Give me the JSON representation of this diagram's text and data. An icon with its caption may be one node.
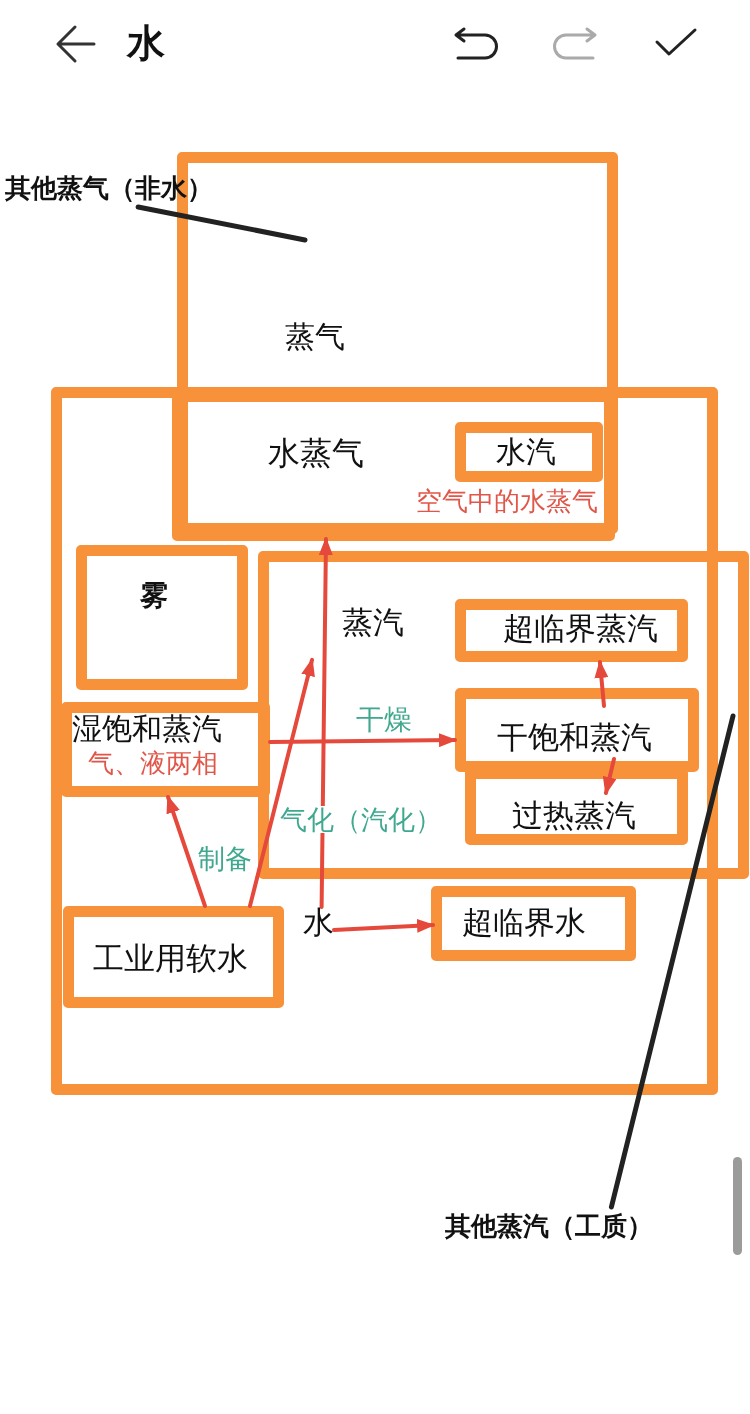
{
  "diagram": {
    "title": "水",
    "nodes": [
      {
        "text": [
          "其他蒸气（非水）"
        ]
      },
      {
        "text": [
          "蒸气"
        ]
      },
      {
        "text": [],
        "shape": "box"
      },
      {
        "text": [
          "水蒸气"
        ]
      },
      {
        "text": [
          "水汽"
        ],
        "in": 3,
        "beside": [
          "空气中的水蒸气"
        ]
      },
      {
        "text": [
          "雾"
        ],
        "in": 2
      },
      {
        "text": [
          "蒸汽"
        ]
      },
      {
        "text": [
          "超临界蒸汽"
        ],
        "in": 6
      },
      {
        "text": [
          "湿饱和蒸汽",
          "气、液两相"
        ],
        "in": 2
      },
      {
        "text": [
          "干饱和蒸汽"
        ],
        "in": 6
      },
      {
        "text": [
          "过热蒸汽"
        ],
        "in": 6
      },
      {
        "text": [
          "工业用软水"
        ],
        "in": 2
      },
      {
        "text": [
          "水"
        ],
        "in": 2
      },
      {
        "text": [
          "超临界水"
        ],
        "in": 2
      },
      {
        "text": [
          "其他蒸汽（工质）"
        ]
      }
    ],
    "edges": [
      {
        "from": 12,
        "to": 3,
        "arrow": "to",
        "label": "气化（汽化）"
      },
      {
        "from": 11,
        "to": 6,
        "arrow": "to"
      },
      {
        "from": 11,
        "to": 8,
        "arrow": "to",
        "label": "制备"
      },
      {
        "from": 8,
        "to": 9,
        "arrow": "to",
        "label": "干燥"
      },
      {
        "from": 9,
        "to": 7,
        "arrow": "to"
      },
      {
        "from": 9,
        "to": 10,
        "arrow": "to"
      },
      {
        "from": 12,
        "to": 13,
        "arrow": "to"
      },
      {
        "from": 0,
        "to": 1,
        "arrow": "none",
        "color": "#222222"
      },
      {
        "from": 14,
        "to": 6,
        "arrow": "none",
        "color": "#222222"
      }
    ]
  }
}
